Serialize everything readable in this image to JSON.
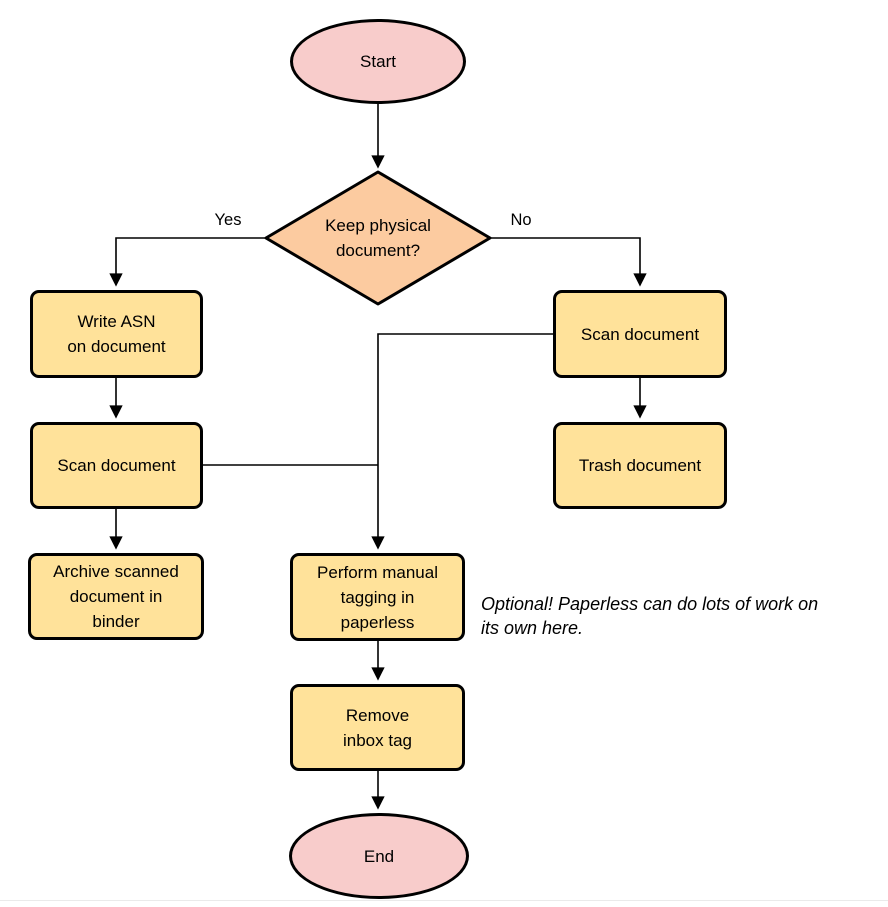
{
  "colors": {
    "process_fill": "#FFE29A",
    "terminal_fill": "#F8CCCB",
    "decision_fill": "#FCCBA0",
    "node_stroke": "#000000",
    "line_color": "#000000",
    "text_color": "#000000",
    "rule_color": "#EAEAEA"
  },
  "nodes": {
    "start": {
      "label": "Start",
      "type": "terminal"
    },
    "decision": {
      "label": "Keep physical\ndocument?",
      "type": "decision"
    },
    "write_asn": {
      "label": "Write ASN\non document",
      "type": "process"
    },
    "scan_left": {
      "label": "Scan document",
      "type": "process"
    },
    "archive": {
      "label": "Archive scanned\ndocument in\nbinder",
      "type": "process"
    },
    "scan_right": {
      "label": "Scan document",
      "type": "process"
    },
    "trash": {
      "label": "Trash document",
      "type": "process"
    },
    "tagging": {
      "label": "Perform manual\ntagging in\npaperless",
      "type": "process"
    },
    "remove_inbox": {
      "label": "Remove\ninbox tag",
      "type": "process"
    },
    "end": {
      "label": "End",
      "type": "terminal"
    }
  },
  "edge_labels": {
    "yes": "Yes",
    "no": "No"
  },
  "annotation": {
    "text": "Optional! Paperless can do lots of work on\nits own here."
  }
}
